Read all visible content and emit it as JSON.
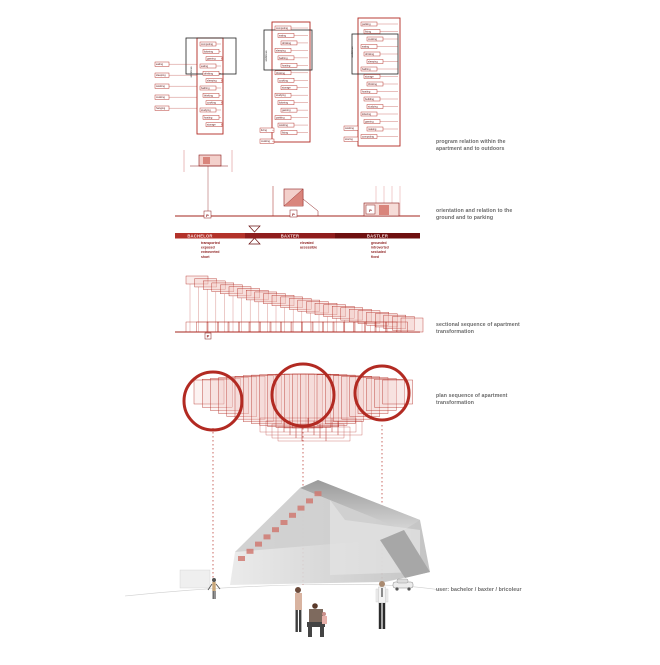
{
  "captions": {
    "program": [
      "program relation within the",
      "apartment and to outdoors"
    ],
    "orientation": [
      "orientation and relation to the",
      "ground and to parking"
    ],
    "sectional": [
      "sectional sequence of apartment",
      "transformation"
    ],
    "plan": [
      "plan sequence of apartment",
      "transformation"
    ],
    "user": [
      "user: bachelor / baxter / bricoleur"
    ]
  },
  "program_diagrams": [
    {
      "side_label": "ambitious",
      "left_items": [
        "eating",
        "sleeping",
        "working",
        "cooking",
        "hanging"
      ],
      "column_items": [
        "computing",
        "loitering",
        "gaming",
        "eating",
        "drinking",
        "sleeping",
        "bathing",
        "thinking",
        "cooking",
        "studying",
        "hosting",
        "storage"
      ]
    },
    {
      "side_label": "ambitious",
      "left_items": [
        "living",
        "cooking"
      ],
      "column_items": [
        "computing",
        "eating",
        "drinking",
        "sleeping",
        "bathing",
        "hosting",
        "thinking",
        "cooking",
        "storage",
        "studying",
        "loitering",
        "gaming",
        "parking",
        "working",
        "fixing"
      ]
    },
    {
      "side_label": "ambitious",
      "left_items": [
        "working",
        "storing"
      ],
      "column_items": [
        "parking",
        "fixing",
        "cooking",
        "eating",
        "drinking",
        "sleeping",
        "bathing",
        "storage",
        "thinking",
        "hosting",
        "building",
        "studying",
        "loitering",
        "gaming",
        "making",
        "computing"
      ]
    }
  ],
  "parking_marker": "P",
  "band": {
    "labels": [
      "BACHELOR",
      "BAXTER",
      "BASTLER"
    ],
    "attributes": [
      [
        "transported",
        "exposed",
        "extroverted",
        "short"
      ],
      [
        "elevated",
        "accessible"
      ],
      [
        "grounded",
        "introverted",
        "secluded",
        "fixed"
      ]
    ],
    "colors": [
      "#b3322a",
      "#8f1d1d",
      "#6e1010"
    ]
  },
  "colors": {
    "accent": "#b22a22",
    "accent_dark": "#7a1515",
    "light_fill": "#f1c9c4",
    "text_gray": "#6a6a6a"
  }
}
